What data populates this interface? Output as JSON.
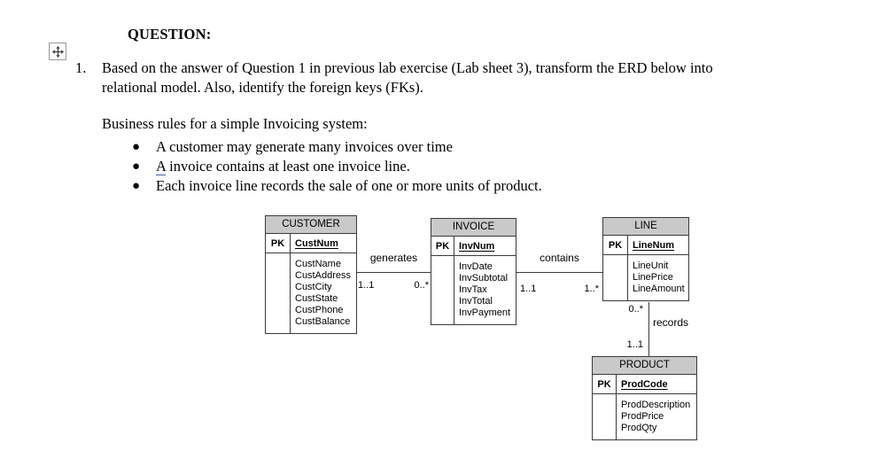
{
  "colors": {
    "entity_header_bg": "#c9c9c9",
    "diagram_line": "#3a3a3a",
    "grammar_underline": "#3a5bc7",
    "text": "#000000"
  },
  "document": {
    "heading": "QUESTION:",
    "question": {
      "number": "1.",
      "text": "Based on the answer of Question 1 in previous lab exercise (Lab sheet 3), transform the ERD below into relational model. Also, identify the foreign keys (FKs)."
    },
    "business_rules": {
      "intro": "Business rules for a simple Invoicing system:",
      "bullet_char": "●",
      "rules": [
        {
          "underlined": "",
          "text": "A customer may generate many invoices over time"
        },
        {
          "underlined": "A",
          "text": " invoice contains at least one invoice line."
        },
        {
          "underlined": "",
          "text": "Each invoice line records the sale of one or more units of product."
        }
      ]
    }
  },
  "erd": {
    "entities": {
      "customer": {
        "title": "CUSTOMER",
        "pk_label": "PK",
        "pk": "CustNum",
        "attributes": [
          "CustName",
          "CustAddress",
          "CustCity",
          "CustState",
          "CustPhone",
          "CustBalance"
        ]
      },
      "invoice": {
        "title": "INVOICE",
        "pk_label": "PK",
        "pk": "InvNum",
        "attributes": [
          "InvDate",
          "InvSubtotal",
          "InvTax",
          "InvTotal",
          "InvPayment"
        ]
      },
      "line": {
        "title": "LINE",
        "pk_label": "PK",
        "pk": "LineNum",
        "attributes": [
          "LineUnit",
          "LinePrice",
          "LineAmount"
        ]
      },
      "product": {
        "title": "PRODUCT",
        "pk_label": "PK",
        "pk": "ProdCode",
        "attributes": [
          "ProdDescription",
          "ProdPrice",
          "ProdQty"
        ]
      }
    },
    "relationships": {
      "generates": {
        "label": "generates",
        "customer_side": "1..1",
        "invoice_side": "0..*"
      },
      "contains": {
        "label": "contains",
        "invoice_side": "1..1",
        "line_side": "1..*"
      },
      "records": {
        "label": "records",
        "line_side": "0..*",
        "product_side": "1..1"
      }
    }
  }
}
